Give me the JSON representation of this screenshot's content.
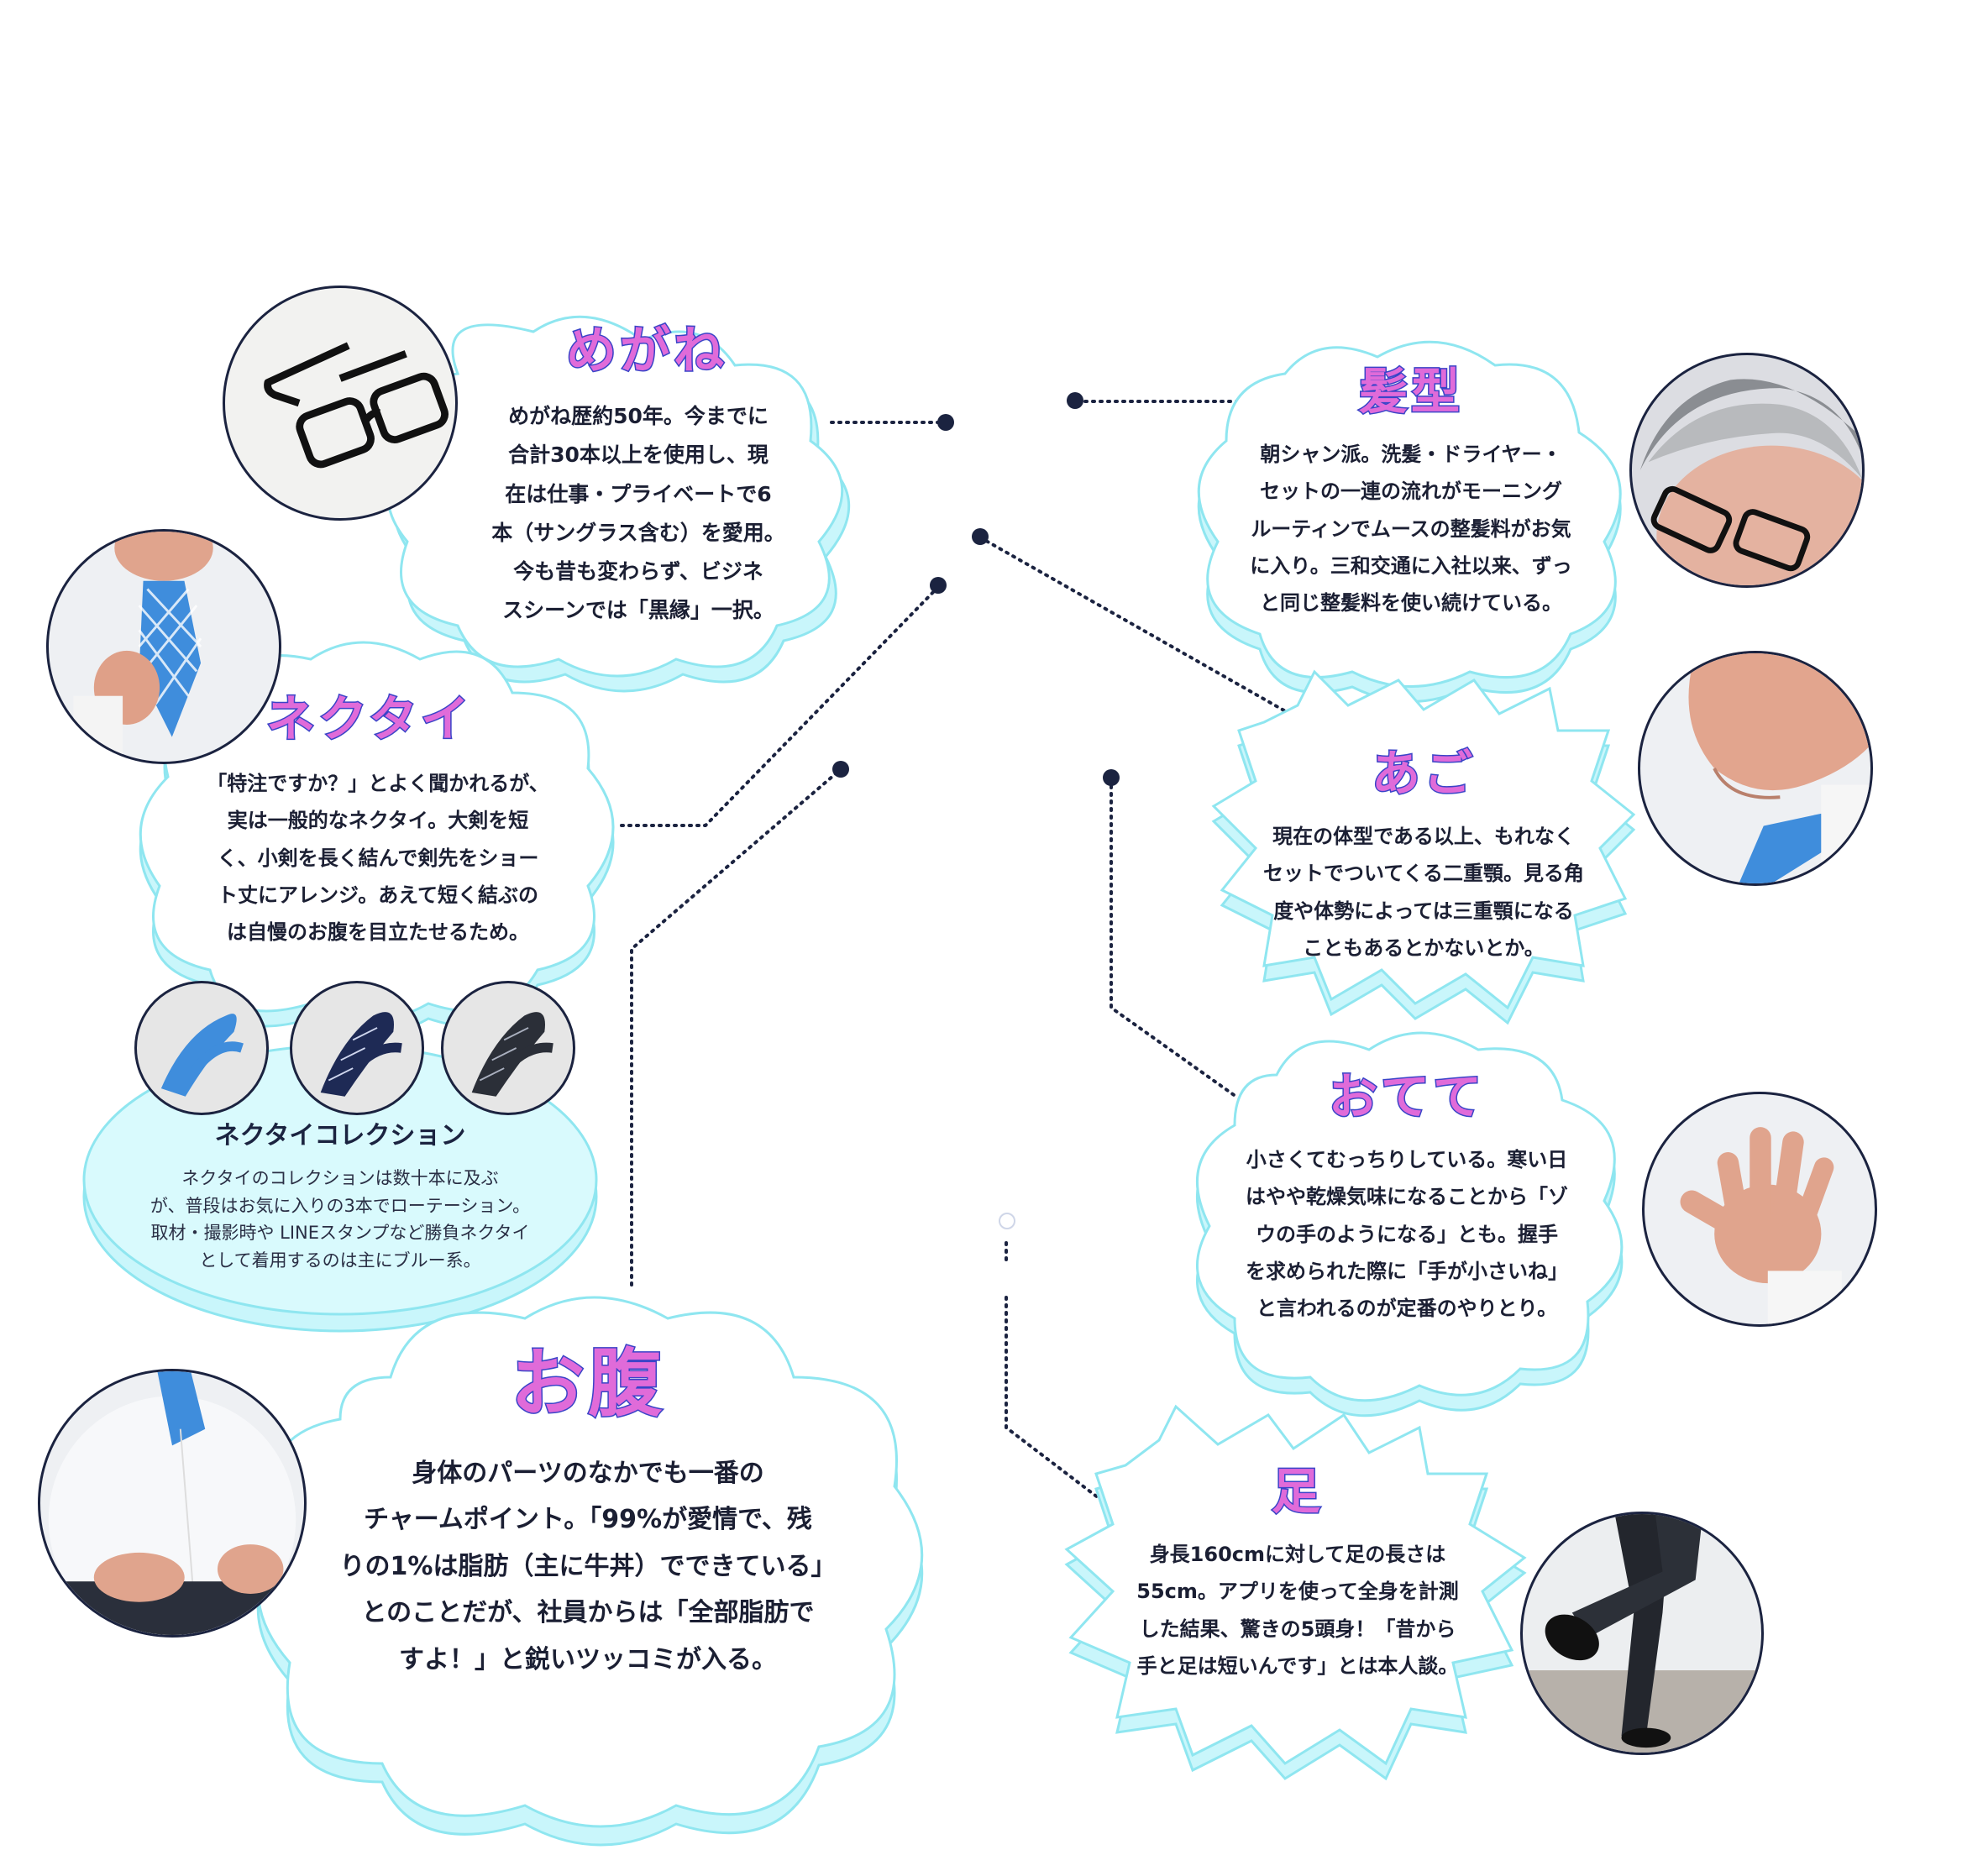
{
  "colors": {
    "title_fill": "#e06bd9",
    "title_stroke": "#3a44c8",
    "bubble_shadow": "#c9f6fb",
    "bubble_outline": "#8fe6f0",
    "connector": "#1b2340"
  },
  "megane": {
    "title": "めがね",
    "body": "めがね歴約50年。今までに\n合計30本以上を使用し、現\n在は仕事・プライベートで6\n本（サングラス含む）を愛用。\n今も昔も変わらず、ビジネ\nスシーンでは「黒縁」一択。",
    "icon": "glasses-photo"
  },
  "kamigata": {
    "title": "髪型",
    "body": "朝シャン派。洗髪・ドライヤー・\nセットの一連の流れがモーニング\nルーティンでムースの整髪料がお気\nに入り。三和交通に入社以来、ずっ\nと同じ整髪料を使い続けている。",
    "icon": "hair-photo"
  },
  "necktie": {
    "title": "ネクタイ",
    "body": "「特注ですか？」とよく聞かれるが、\n実は一般的なネクタイ。大剣を短\nく、小剣を長く結んで剣先をショー\nト丈にアレンジ。あえて短く結ぶの\nは自慢のお腹を目立たせるため。",
    "icon": "necktie-photo"
  },
  "collection": {
    "title": "ネクタイコレクション",
    "body": "ネクタイのコレクションは数十本に及ぶ\nが、普段はお気に入りの3本でローテーション。\n取材・撮影時や LINEスタンプなど勝負ネクタイ\nとして着用するのは主にブルー系。",
    "ties": [
      "blue-check-tie-icon",
      "navy-stripe-tie-icon",
      "dark-stripe-tie-icon"
    ]
  },
  "ago": {
    "title": "あご",
    "body": "現在の体型である以上、もれなく\nセットでついてくる二重顎。見る角\n度や体勢によっては三重顎になる\nこともあるとかないとか。",
    "icon": "chin-photo"
  },
  "otete": {
    "title": "おてて",
    "body": "小さくてむっちりしている。寒い日\nはやや乾燥気味になることから「ゾ\nウの手のようになる」とも。握手\nを求められた際に「手が小さいね」\nと言われるのが定番のやりとり。",
    "icon": "hand-photo"
  },
  "onaka": {
    "title": "お腹",
    "body": "身体のパーツのなかでも一番の\nチャームポイント。「99%が愛情で、残\nりの1%は脂肪（主に牛丼）でできている」\nとのことだが、社員からは「全部脂肪で\nすよ！」と鋭いツッコミが入る。",
    "icon": "belly-photo"
  },
  "ashi": {
    "title": "足",
    "body": "身長160cmに対して足の長さは\n55cm。アプリを使って全身を計測\nした結果、驚きの5頭身！「昔から\n手と足は短いんです」とは本人談。",
    "icon": "legs-photo"
  }
}
